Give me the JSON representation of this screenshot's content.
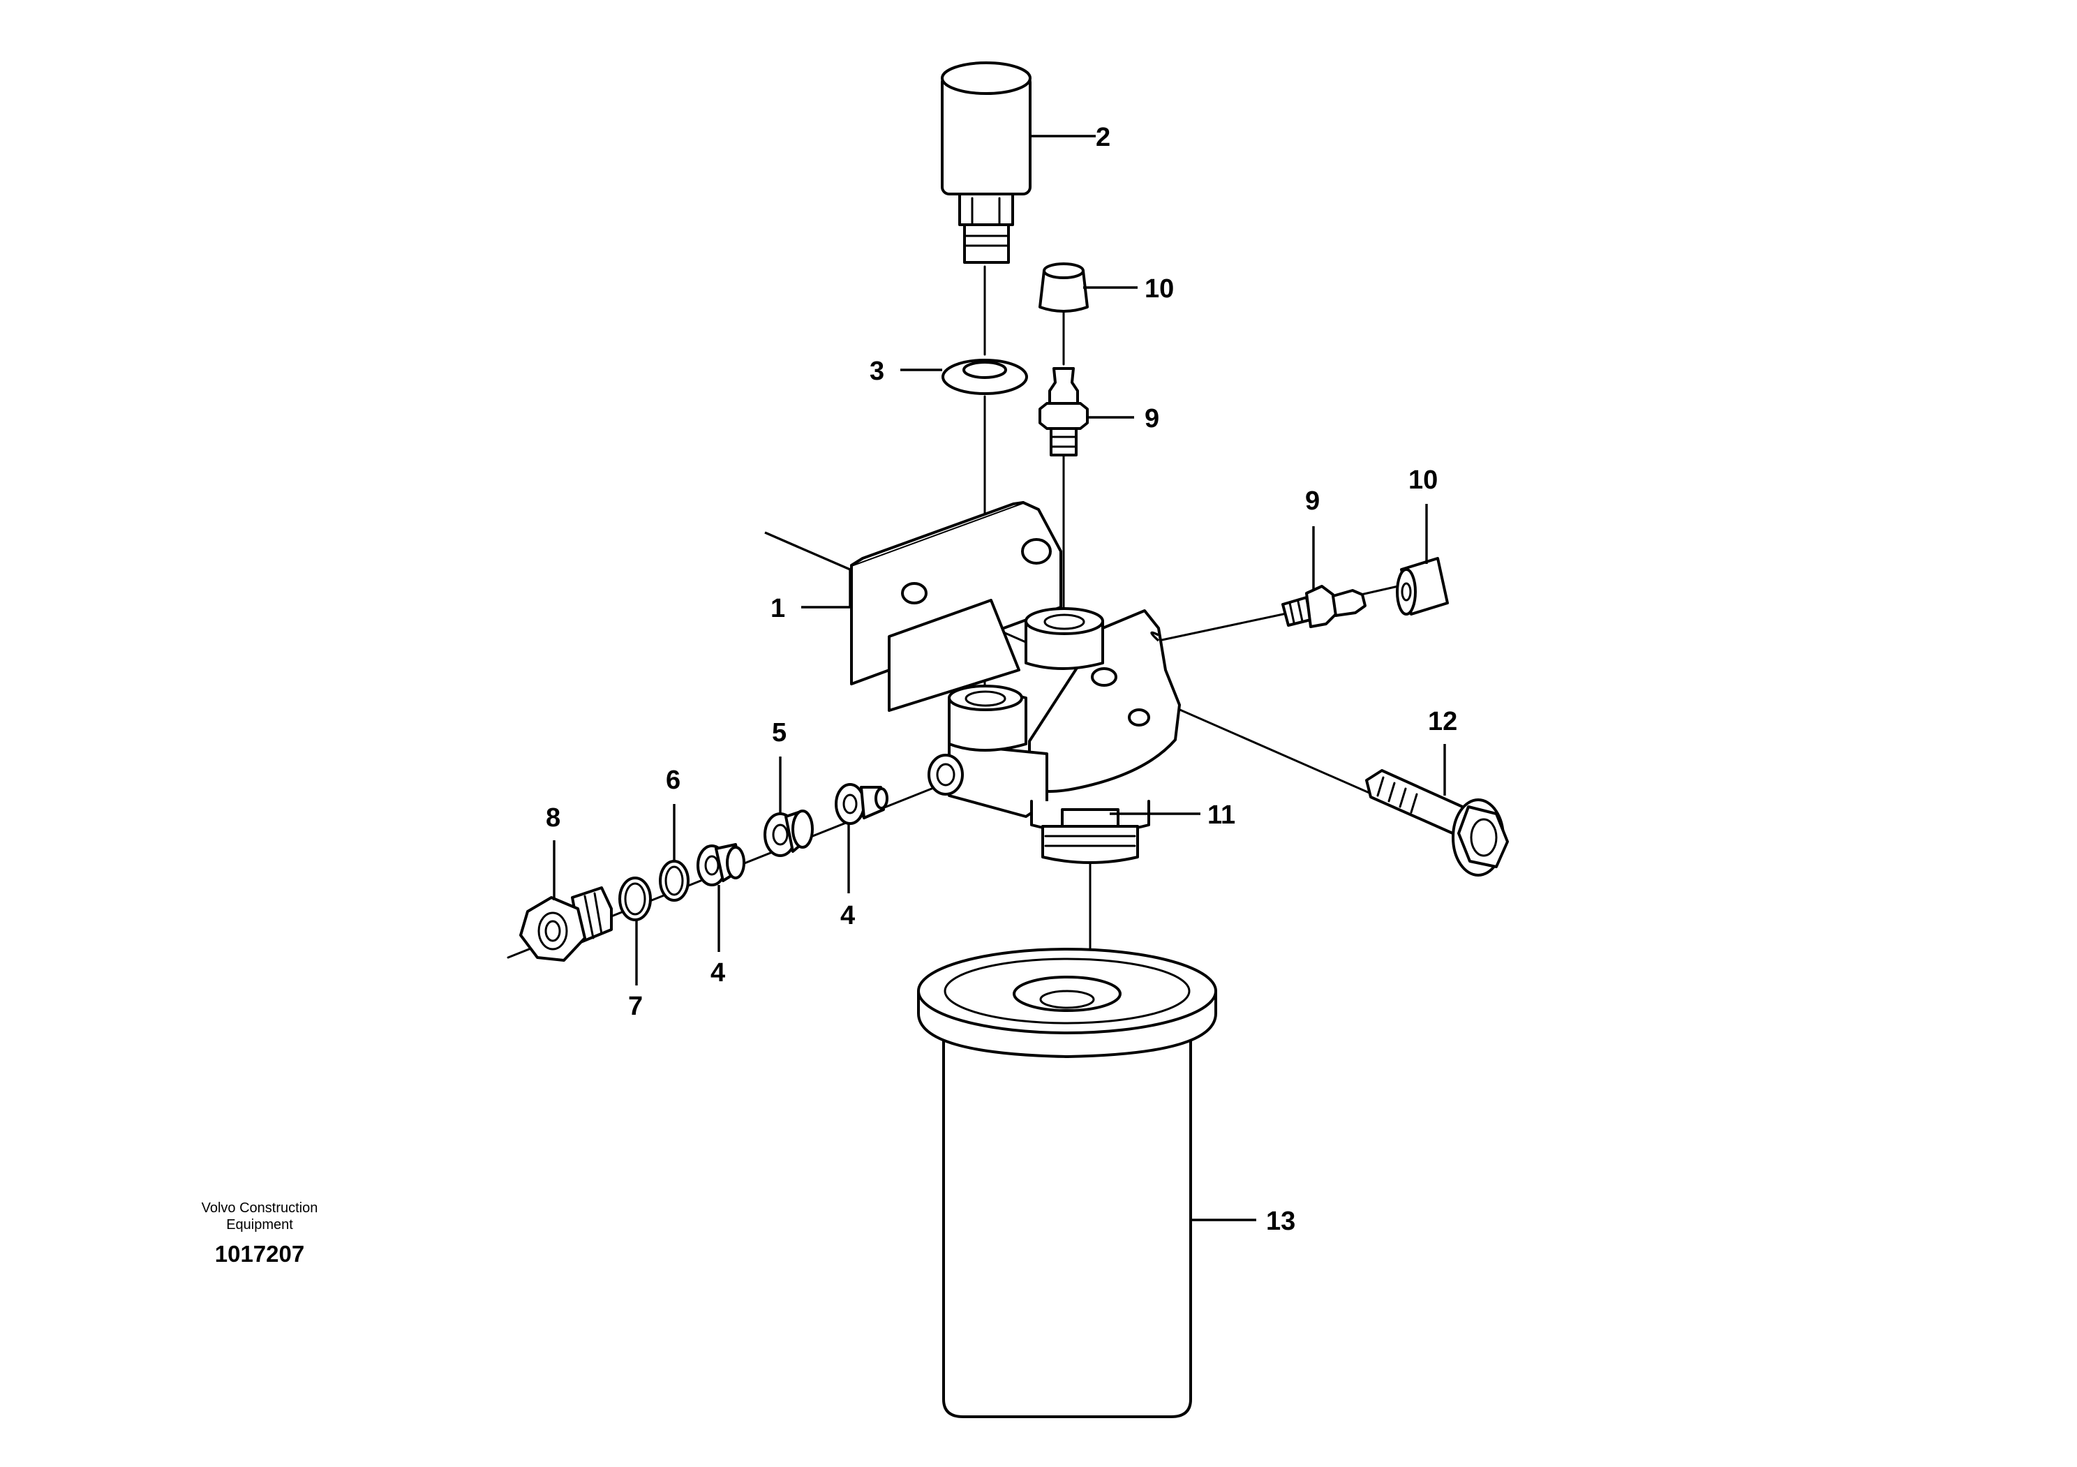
{
  "callouts": [
    {
      "id": "c1",
      "label": "1"
    },
    {
      "id": "c2",
      "label": "2"
    },
    {
      "id": "c3",
      "label": "3"
    },
    {
      "id": "c4a",
      "label": "4"
    },
    {
      "id": "c4b",
      "label": "4"
    },
    {
      "id": "c5",
      "label": "5"
    },
    {
      "id": "c6",
      "label": "6"
    },
    {
      "id": "c7",
      "label": "7"
    },
    {
      "id": "c8",
      "label": "8"
    },
    {
      "id": "c9a",
      "label": "9"
    },
    {
      "id": "c9b",
      "label": "9"
    },
    {
      "id": "c10a",
      "label": "10"
    },
    {
      "id": "c10b",
      "label": "10"
    },
    {
      "id": "c11",
      "label": "11"
    },
    {
      "id": "c12",
      "label": "12"
    },
    {
      "id": "c13",
      "label": "13"
    }
  ],
  "brand": {
    "line1": "Volvo Construction",
    "line2": "Equipment",
    "document_number": "1017207"
  }
}
